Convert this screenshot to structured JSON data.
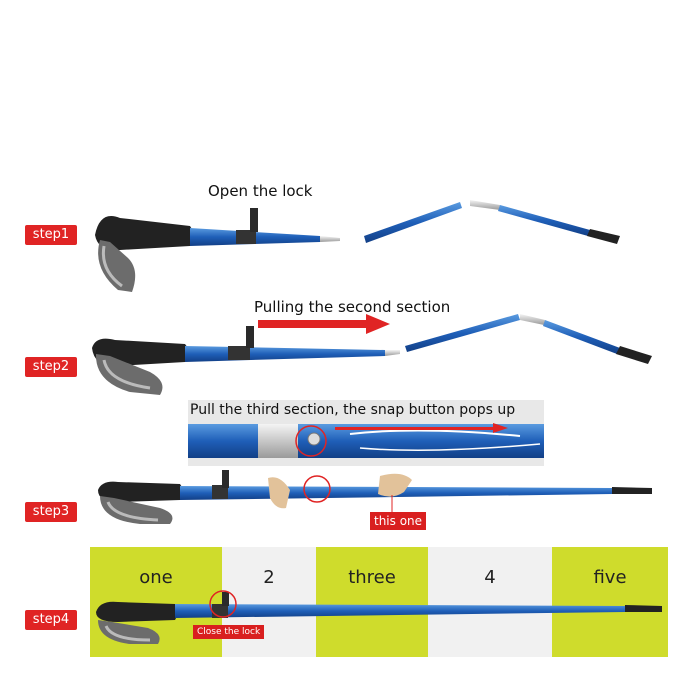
{
  "steps": [
    "step1",
    "step2",
    "step3",
    "step4"
  ],
  "captions": {
    "step1": "Open the lock",
    "step2": "Pulling the second section",
    "step3_zoom": "Pull the third section, the snap button pops up"
  },
  "tags": {
    "this_one": "this one",
    "close_lock": "Close the lock"
  },
  "segments": [
    "one",
    "2",
    "three",
    "4",
    "five"
  ],
  "colors": {
    "step_badge": "#e02424",
    "pole_blue": "#1f5fb8",
    "segment_green": "#ccdd2a",
    "arrow_red": "#e02424"
  }
}
